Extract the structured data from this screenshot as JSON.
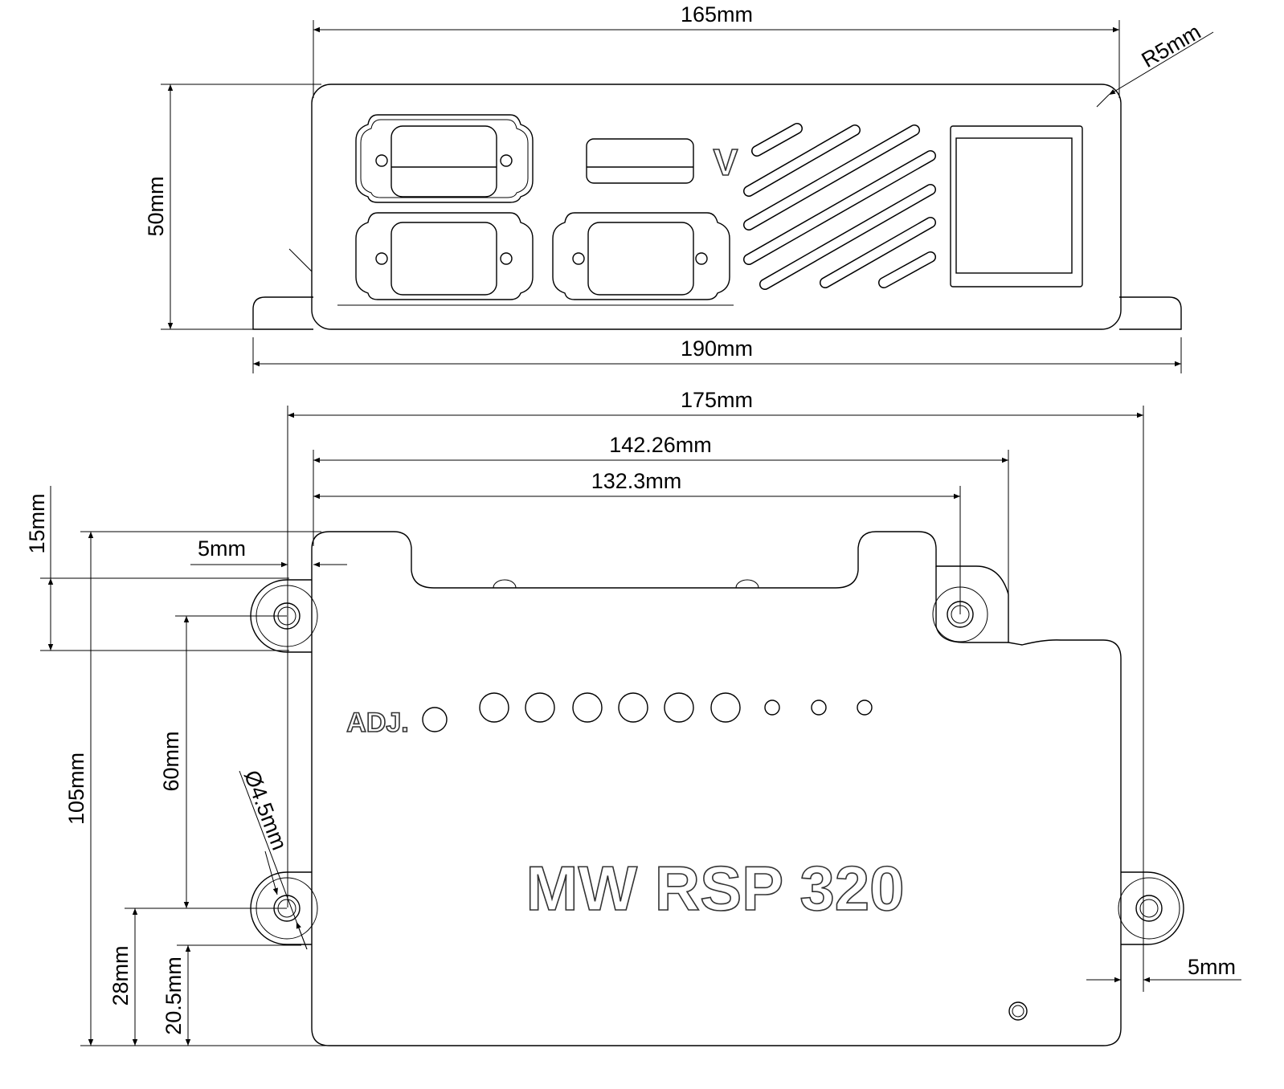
{
  "drawing": {
    "front_view": {
      "dims": {
        "width_top": "165mm",
        "height": "50mm",
        "width_feet": "190mm",
        "corner_radius": "R5mm"
      },
      "voltage_label": "V"
    },
    "top_view": {
      "dims": {
        "overall": "175mm",
        "tab_span": "142.26mm",
        "hole_span": "132.3mm",
        "tab_offset": "15mm",
        "left_margin": "5mm",
        "depth": "105mm",
        "hole_pitch": "60mm",
        "hole_height": "28mm",
        "tab_height": "20.5mm",
        "hole_diameter": "Ø4.5mm",
        "right_margin": "5mm"
      },
      "adj_label": "ADJ.",
      "model_label": "MW RSP 320"
    }
  }
}
